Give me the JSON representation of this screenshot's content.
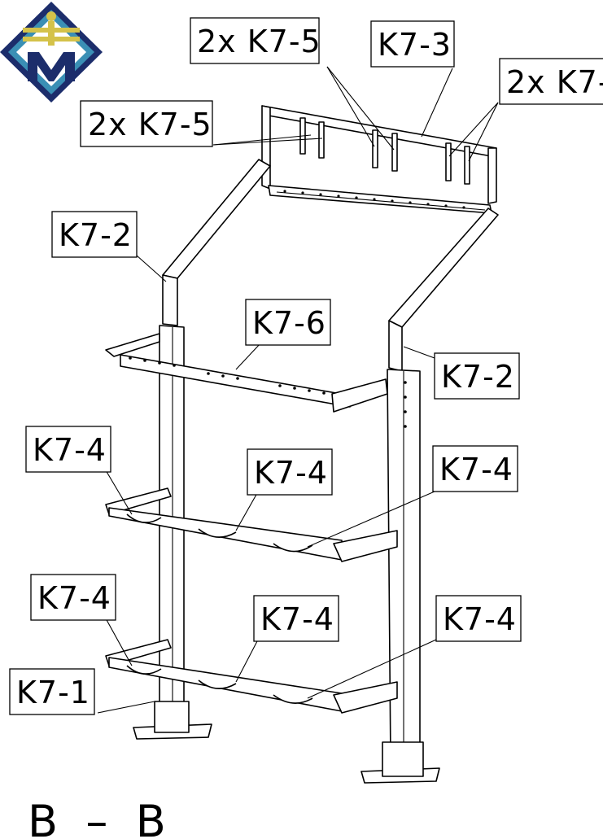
{
  "logo": {
    "lettering": "M",
    "colors": {
      "navy": "#1c2d6b",
      "teal": "#3a8fb5",
      "gold": "#d4c24a",
      "white": "#ffffff"
    }
  },
  "callouts": [
    {
      "id": "top-left-k75",
      "text": "2x K7-5"
    },
    {
      "id": "top-k75",
      "text": "2x K7-5"
    },
    {
      "id": "top-k73",
      "text": "K7-3"
    },
    {
      "id": "top-right-k7",
      "text": "2x K7-"
    },
    {
      "id": "left-k72",
      "text": "K7-2"
    },
    {
      "id": "mid-k76",
      "text": "K7-6"
    },
    {
      "id": "right-k72",
      "text": "K7-2"
    },
    {
      "id": "left-k74-upper",
      "text": "K7-4"
    },
    {
      "id": "mid-k74-upper",
      "text": "K7-4"
    },
    {
      "id": "right-k74-upper",
      "text": "K7-4"
    },
    {
      "id": "left-k74-lower",
      "text": "K7-4"
    },
    {
      "id": "mid-k74-lower",
      "text": "K7-4"
    },
    {
      "id": "right-k74-lower",
      "text": "K7-4"
    },
    {
      "id": "left-k71",
      "text": "K7-1"
    }
  ],
  "section_label": "B  –  B"
}
